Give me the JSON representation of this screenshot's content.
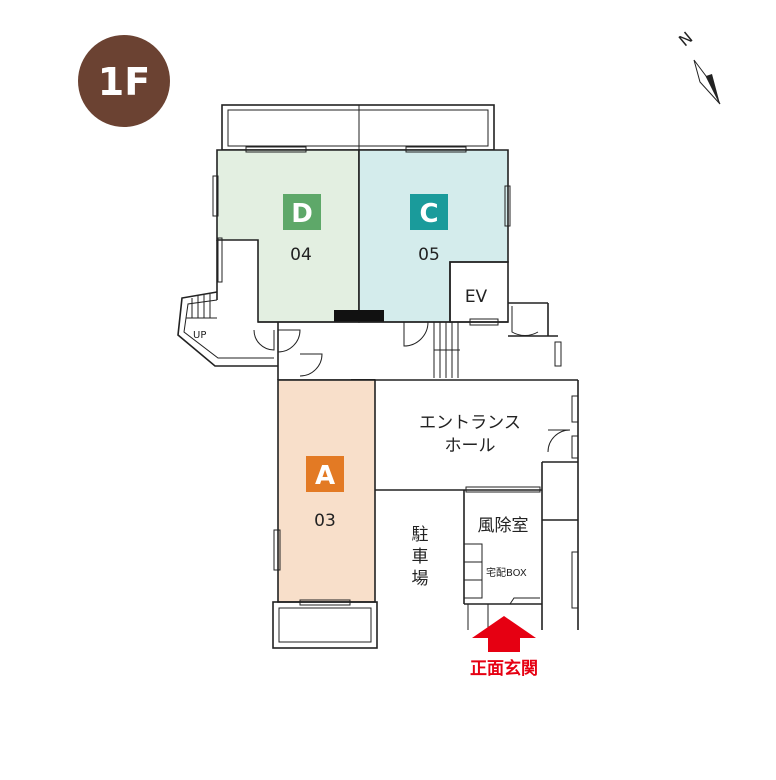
{
  "floor_label": "1F",
  "compass": {
    "letter": "N"
  },
  "units": [
    {
      "letter": "D",
      "number": "04",
      "color": "#5ea869",
      "fill": "#e3efe1"
    },
    {
      "letter": "C",
      "number": "05",
      "color": "#1a9b9b",
      "fill": "#d4ecec"
    },
    {
      "letter": "A",
      "number": "03",
      "color": "#e37a24",
      "fill": "#f8dfca"
    }
  ],
  "rooms": {
    "ev": "EV",
    "entrance_line1": "エントランス",
    "entrance_line2": "ホール",
    "windbreak": "風除室",
    "delivery_box": "宅配BOX",
    "parking_1": "駐",
    "parking_2": "車",
    "parking_3": "場",
    "stairs": "UP"
  },
  "entrance_label": "正面玄関",
  "colors": {
    "badge_bg": "#6b4232",
    "arrow": "#e60012"
  }
}
